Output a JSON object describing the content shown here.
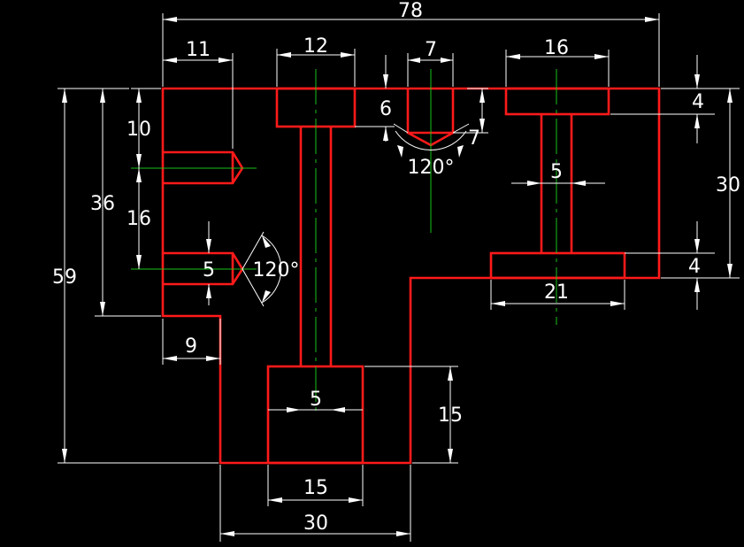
{
  "colors": {
    "background": "#000000",
    "part_outline": "#ff1a1a",
    "center_line": "#19c219",
    "dimension": "#ffffff"
  },
  "dimensions": {
    "overall_width": "78",
    "left_hole_offset": "11",
    "slot_width": "12",
    "countersink_width": "7",
    "right_counterbore_width": "16",
    "countersink_depth": "6",
    "countersink_depth_right": "7",
    "countersink_angle": "120°",
    "right_counterbore_depth": "4",
    "right_height": "30",
    "right_hole_dia": "5",
    "bottom_right_depth": "4",
    "bottom_right_width": "21",
    "top_hole_spacing": "10",
    "left_height": "36",
    "hole_spacing": "16",
    "overall_height": "59",
    "left_hole_dia": "5",
    "left_hole_angle": "120°",
    "step_width": "9",
    "bottom_hole_dia": "5",
    "bottom_pocket_depth": "15",
    "bottom_pocket_width": "15",
    "bottom_width": "30"
  }
}
